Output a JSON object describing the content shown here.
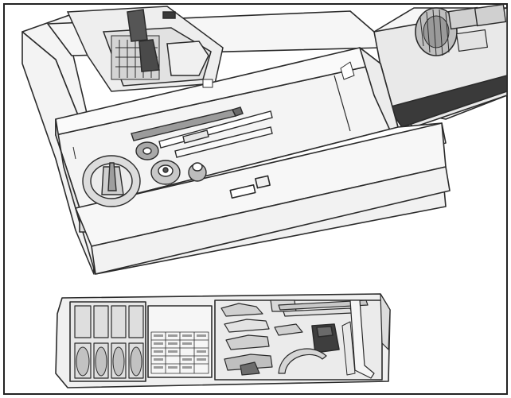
{
  "figure": {
    "accent_colors": {
      "outline": "#2b2b2b",
      "light_fill": "#f2f2f2",
      "mid_fill": "#d9d9d9",
      "dark_fill": "#4a4a4a"
    },
    "parts": [
      "sewing-machine-body",
      "presser-foot-area",
      "accessory-drawer-open",
      "accessory-tray"
    ]
  }
}
